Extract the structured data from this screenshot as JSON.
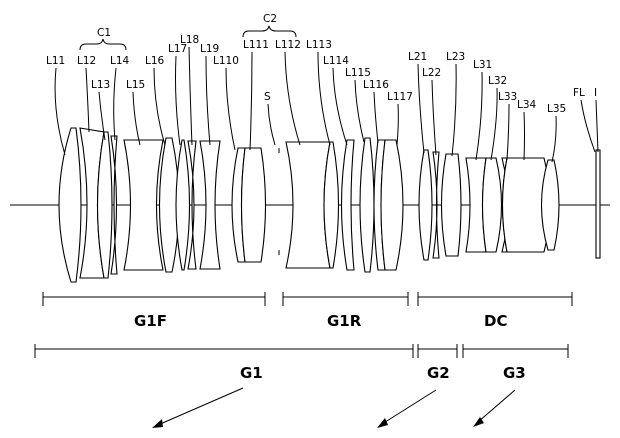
{
  "diagram": {
    "lens_labels": [
      "L11",
      "L12",
      "L13",
      "L14",
      "L15",
      "L16",
      "L17",
      "L18",
      "L19",
      "L110",
      "L111",
      "L112",
      "L113",
      "L114",
      "L115",
      "L116",
      "L117",
      "L21",
      "L22",
      "L23",
      "L31",
      "L32",
      "L33",
      "L34",
      "L35"
    ],
    "cemented_labels": [
      "C1",
      "C2"
    ],
    "stop_label": "S",
    "filter_label": "FL",
    "image_label": "I",
    "subgroups": [
      "G1F",
      "G1R",
      "DC"
    ],
    "groups": [
      "G1",
      "G2",
      "G3"
    ]
  }
}
